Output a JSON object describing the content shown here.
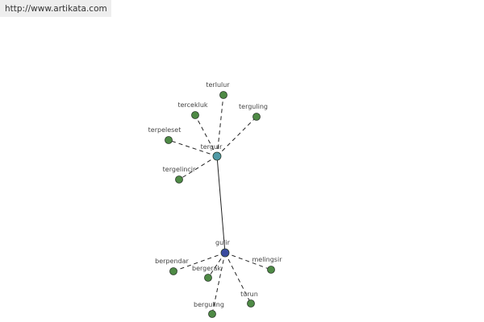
{
  "header": {
    "url": "http://www.artikata.com"
  },
  "graph": {
    "colors": {
      "leaf": "#4e8a45",
      "hub_upper": "#4f9aa6",
      "hub_lower": "#3a4ca0",
      "edge": "#222222"
    },
    "nodes": [
      {
        "id": "terguling_hub",
        "label": "terguir",
        "role": "hub_upper"
      },
      {
        "id": "gulir",
        "label": "gulir",
        "role": "hub_lower"
      },
      {
        "id": "terlulur",
        "label": "terlulur",
        "role": "leaf"
      },
      {
        "id": "tercekluk",
        "label": "tercekluk",
        "role": "leaf"
      },
      {
        "id": "terguling",
        "label": "terguling",
        "role": "leaf"
      },
      {
        "id": "terpeleset",
        "label": "terpeleset",
        "role": "leaf"
      },
      {
        "id": "tergelincir",
        "label": "tergelincir",
        "role": "leaf"
      },
      {
        "id": "berpendar",
        "label": "berpendar",
        "role": "leaf"
      },
      {
        "id": "bergerak",
        "label": "bergerak",
        "role": "leaf"
      },
      {
        "id": "melingsir",
        "label": "melingsir",
        "role": "leaf"
      },
      {
        "id": "turun",
        "label": "turun",
        "role": "leaf"
      },
      {
        "id": "berguling",
        "label": "berguling",
        "role": "leaf"
      }
    ],
    "edges": [
      {
        "from": "terguling_hub",
        "to": "gulir",
        "style": "solid"
      },
      {
        "from": "terguling_hub",
        "to": "terlulur",
        "style": "dashed"
      },
      {
        "from": "terguling_hub",
        "to": "tercekluk",
        "style": "dashed"
      },
      {
        "from": "terguling_hub",
        "to": "terguling",
        "style": "dashed"
      },
      {
        "from": "terguling_hub",
        "to": "terpeleset",
        "style": "dashed"
      },
      {
        "from": "terguling_hub",
        "to": "tergelincir",
        "style": "dashed"
      },
      {
        "from": "gulir",
        "to": "berpendar",
        "style": "dashed"
      },
      {
        "from": "gulir",
        "to": "bergerak",
        "style": "dashed"
      },
      {
        "from": "gulir",
        "to": "melingsir",
        "style": "dashed"
      },
      {
        "from": "gulir",
        "to": "turun",
        "style": "dashed"
      },
      {
        "from": "gulir",
        "to": "berguling",
        "style": "dashed"
      }
    ]
  }
}
